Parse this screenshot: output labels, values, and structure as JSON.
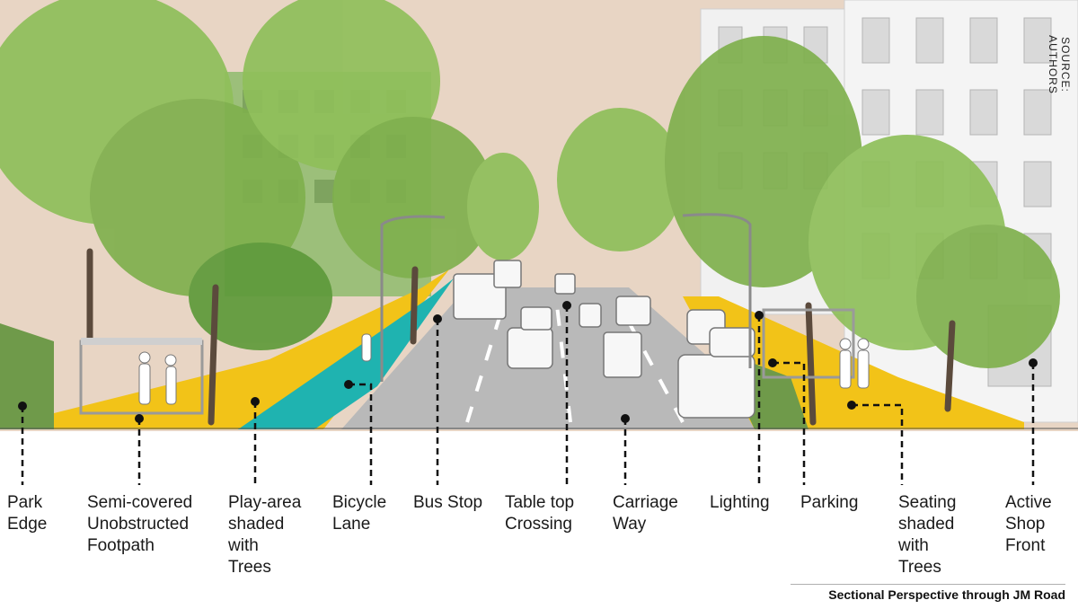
{
  "source_credit": "SOURCE: AUTHORS",
  "caption": "Sectional Perspective through JM Road",
  "colors": {
    "sky": "#e8d5c4",
    "tree_light": "#8fbf5a",
    "tree_dark": "#5e9a3a",
    "footpath_yellow": "#f2c318",
    "bicycle_lane": "#1fb3b0",
    "carriageway": "#b9b9b9",
    "building": "#f1f1f1",
    "grass": "#6f9a4a"
  },
  "labels": [
    {
      "id": "park-edge",
      "text": "Park\nEdge"
    },
    {
      "id": "footpath",
      "text": "Semi-covered\nUnobstructed\nFootpath"
    },
    {
      "id": "play-area",
      "text": "Play-area\nshaded\nwith\nTrees"
    },
    {
      "id": "bicycle-lane",
      "text": "Bicycle\nLane"
    },
    {
      "id": "bus-stop",
      "text": "Bus Stop"
    },
    {
      "id": "table-top-crossing",
      "text": "Table top\nCrossing"
    },
    {
      "id": "carriage-way",
      "text": "Carriage\nWay"
    },
    {
      "id": "lighting",
      "text": "Lighting"
    },
    {
      "id": "parking",
      "text": "Parking"
    },
    {
      "id": "seating",
      "text": "Seating\nshaded\nwith\nTrees"
    },
    {
      "id": "active-shop-front",
      "text": "Active\nShop\nFront"
    }
  ]
}
